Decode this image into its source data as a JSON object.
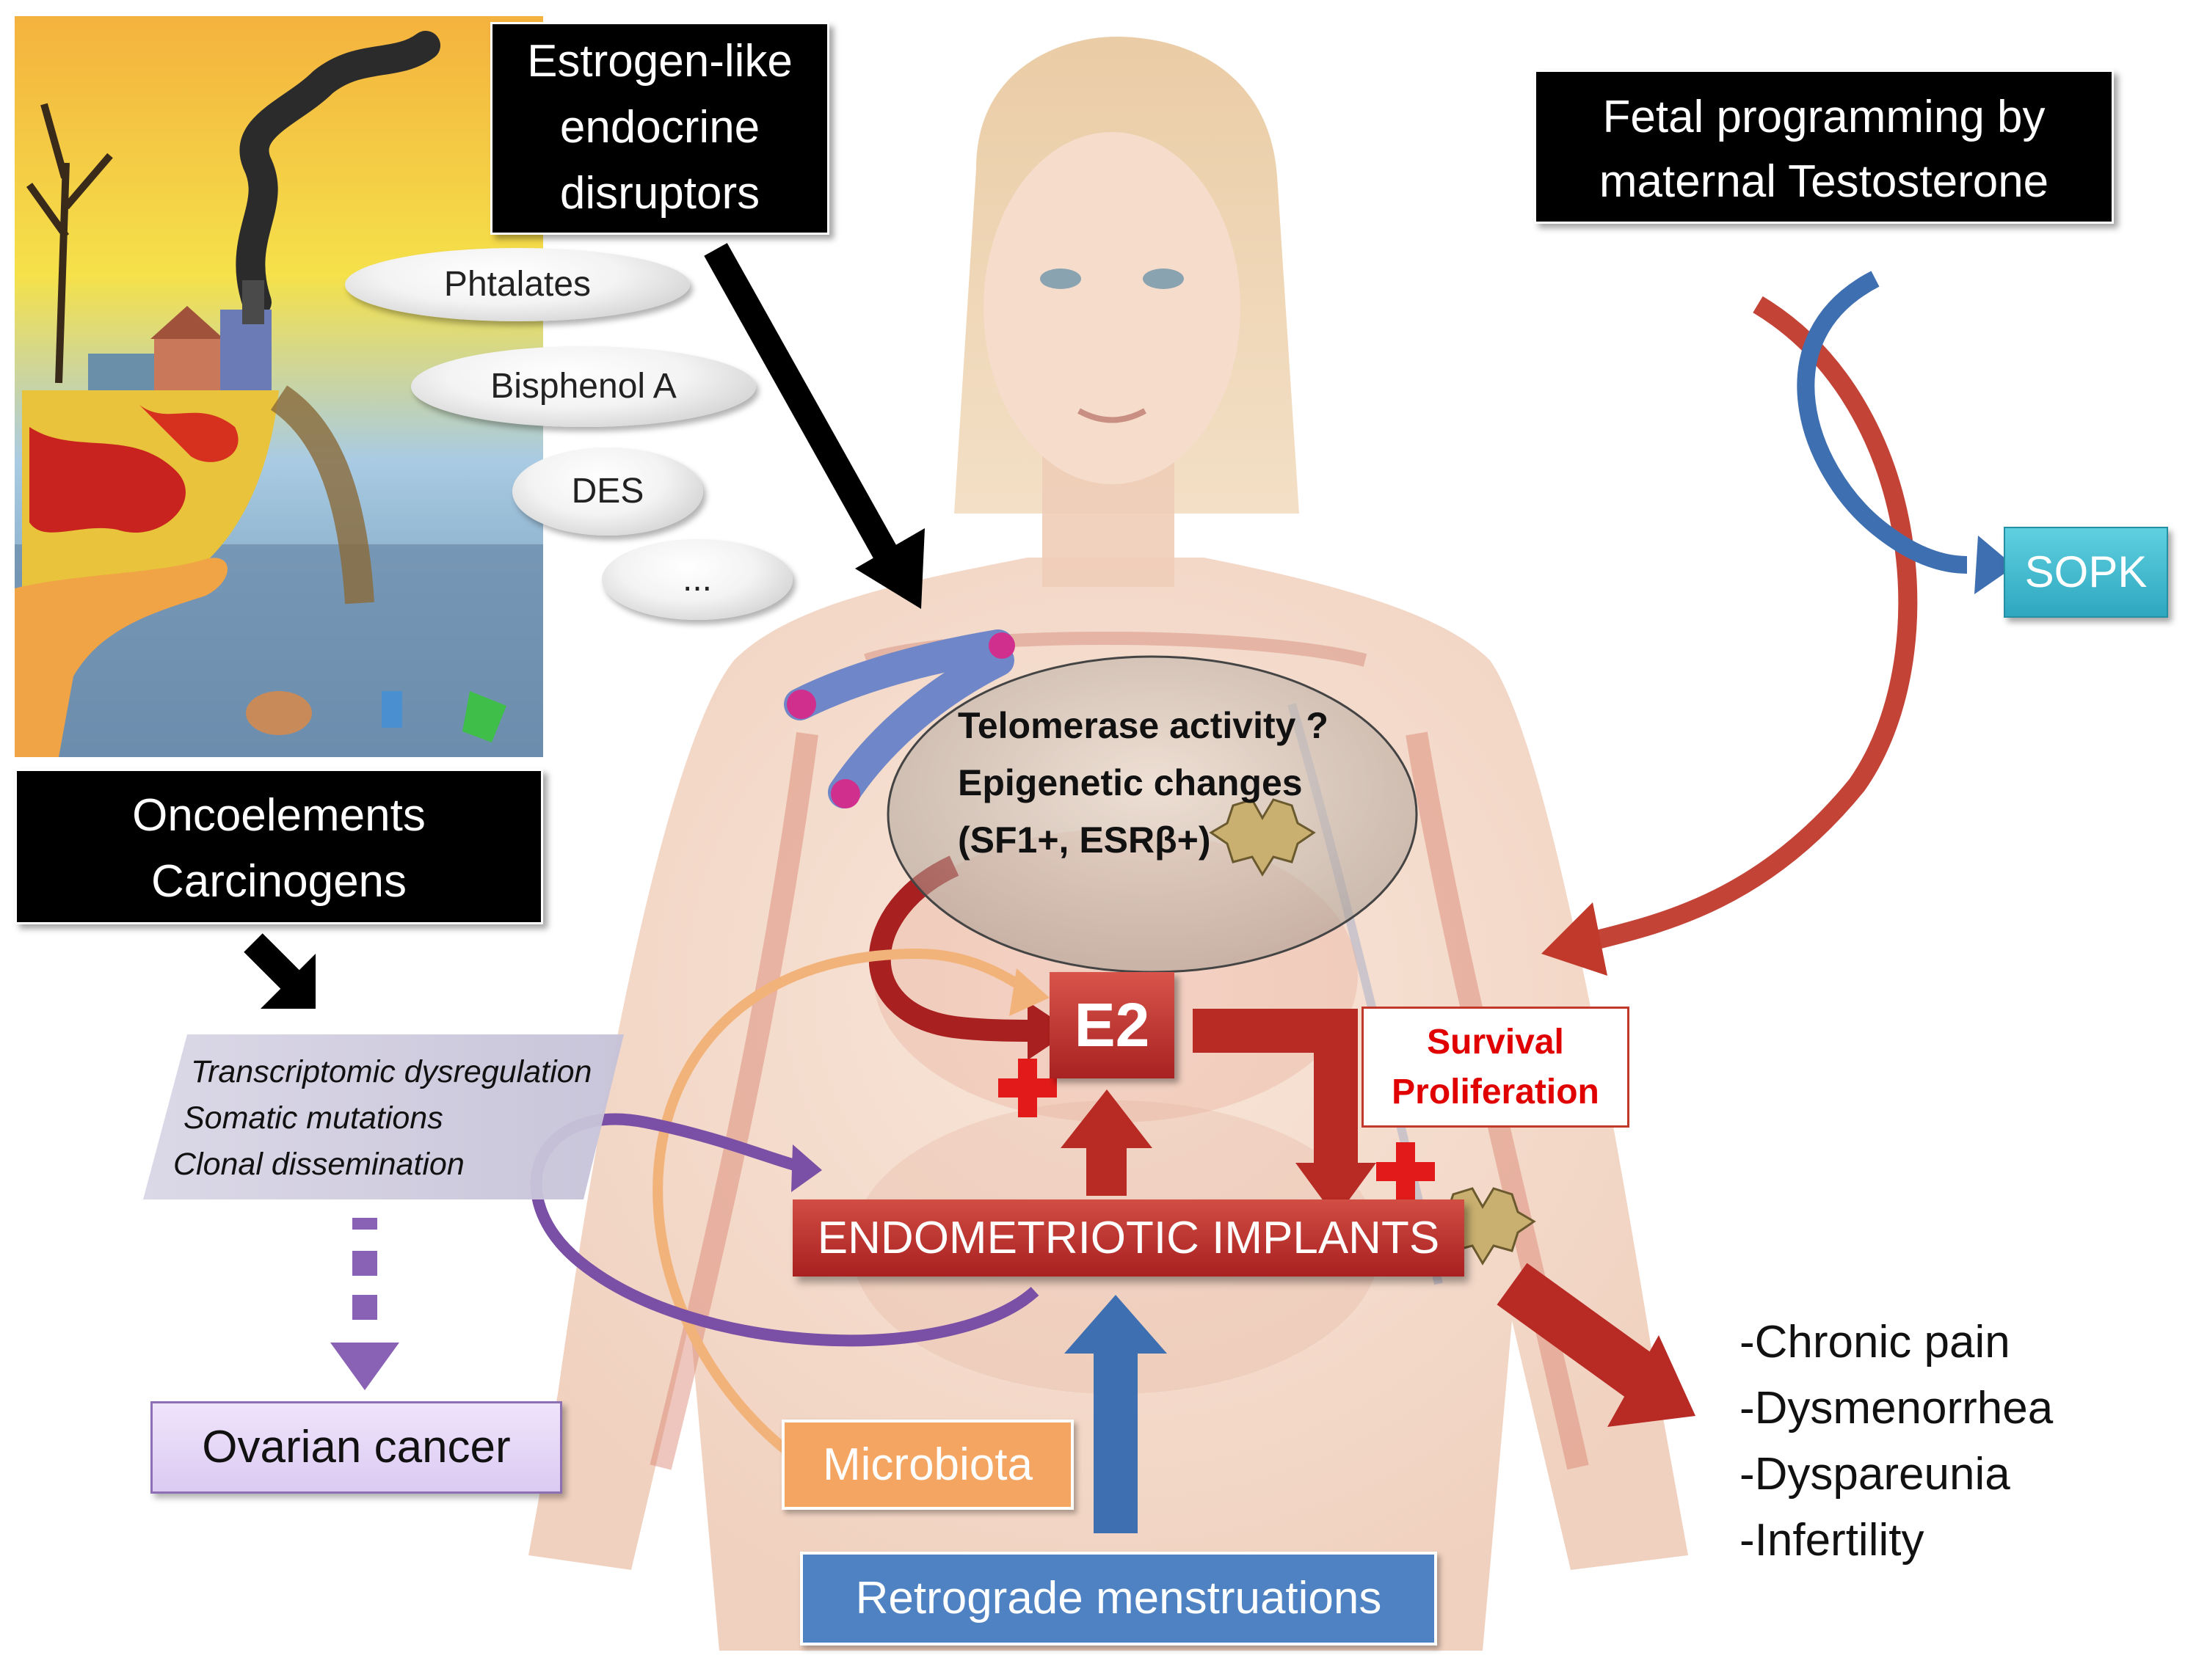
{
  "disruptors": {
    "title_lines": [
      "Estrogen-like",
      "endocrine",
      "disruptors"
    ],
    "examples": [
      "Phtalates",
      "Bisphenol A",
      "DES",
      "..."
    ]
  },
  "fetal": {
    "title_lines": [
      "Fetal programming by",
      "maternal Testosterone"
    ]
  },
  "sopk_label": "SOPK",
  "onco": {
    "lines": [
      "Oncoelements",
      "Carcinogens"
    ]
  },
  "transcriptomic_lines": [
    "Transcriptomic dysregulation",
    "Somatic mutations",
    "Clonal dissemination"
  ],
  "ovarian_label": "Ovarian cancer",
  "telomerase_lines": [
    "Telomerase activity ?",
    "Epigenetic changes",
    "(SF1+, ESRβ+)"
  ],
  "e2_label": "E2",
  "survival_lines": [
    "Survival",
    "Proliferation"
  ],
  "implants_label": "ENDOMETRIOTIC IMPLANTS",
  "microbiota_label": "Microbiota",
  "retrograde_label": "Retrograde menstruations",
  "symptoms": [
    "-Chronic pain",
    "-Dysmenorrhea",
    "-Dyspareunia",
    "-Infertility"
  ],
  "colors": {
    "red_accent": "#b22222",
    "blue_arrow": "#3e6fb0",
    "purple": "#7a4fa6",
    "orange": "#f4a562",
    "sopk_teal": "#2ea7bf"
  }
}
